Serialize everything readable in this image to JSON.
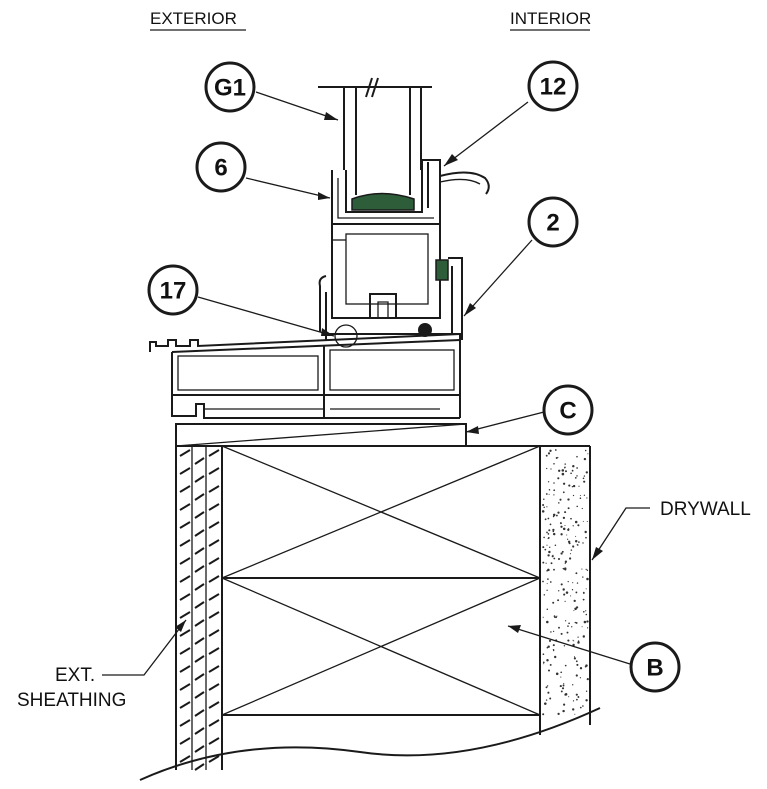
{
  "headings": {
    "exterior": "EXTERIOR",
    "interior": "INTERIOR"
  },
  "callouts": {
    "glass": "G1",
    "stop": "12",
    "sash": "6",
    "frame": "2",
    "weep": "17",
    "shim": "C",
    "framing": "B"
  },
  "labels": {
    "drywall": "DRYWALL",
    "sheathing_line1": "EXT.",
    "sheathing_line2": "SHEATHING"
  },
  "colors": {
    "ink": "#1a1a1a",
    "gasket": "#2e5d3a"
  }
}
